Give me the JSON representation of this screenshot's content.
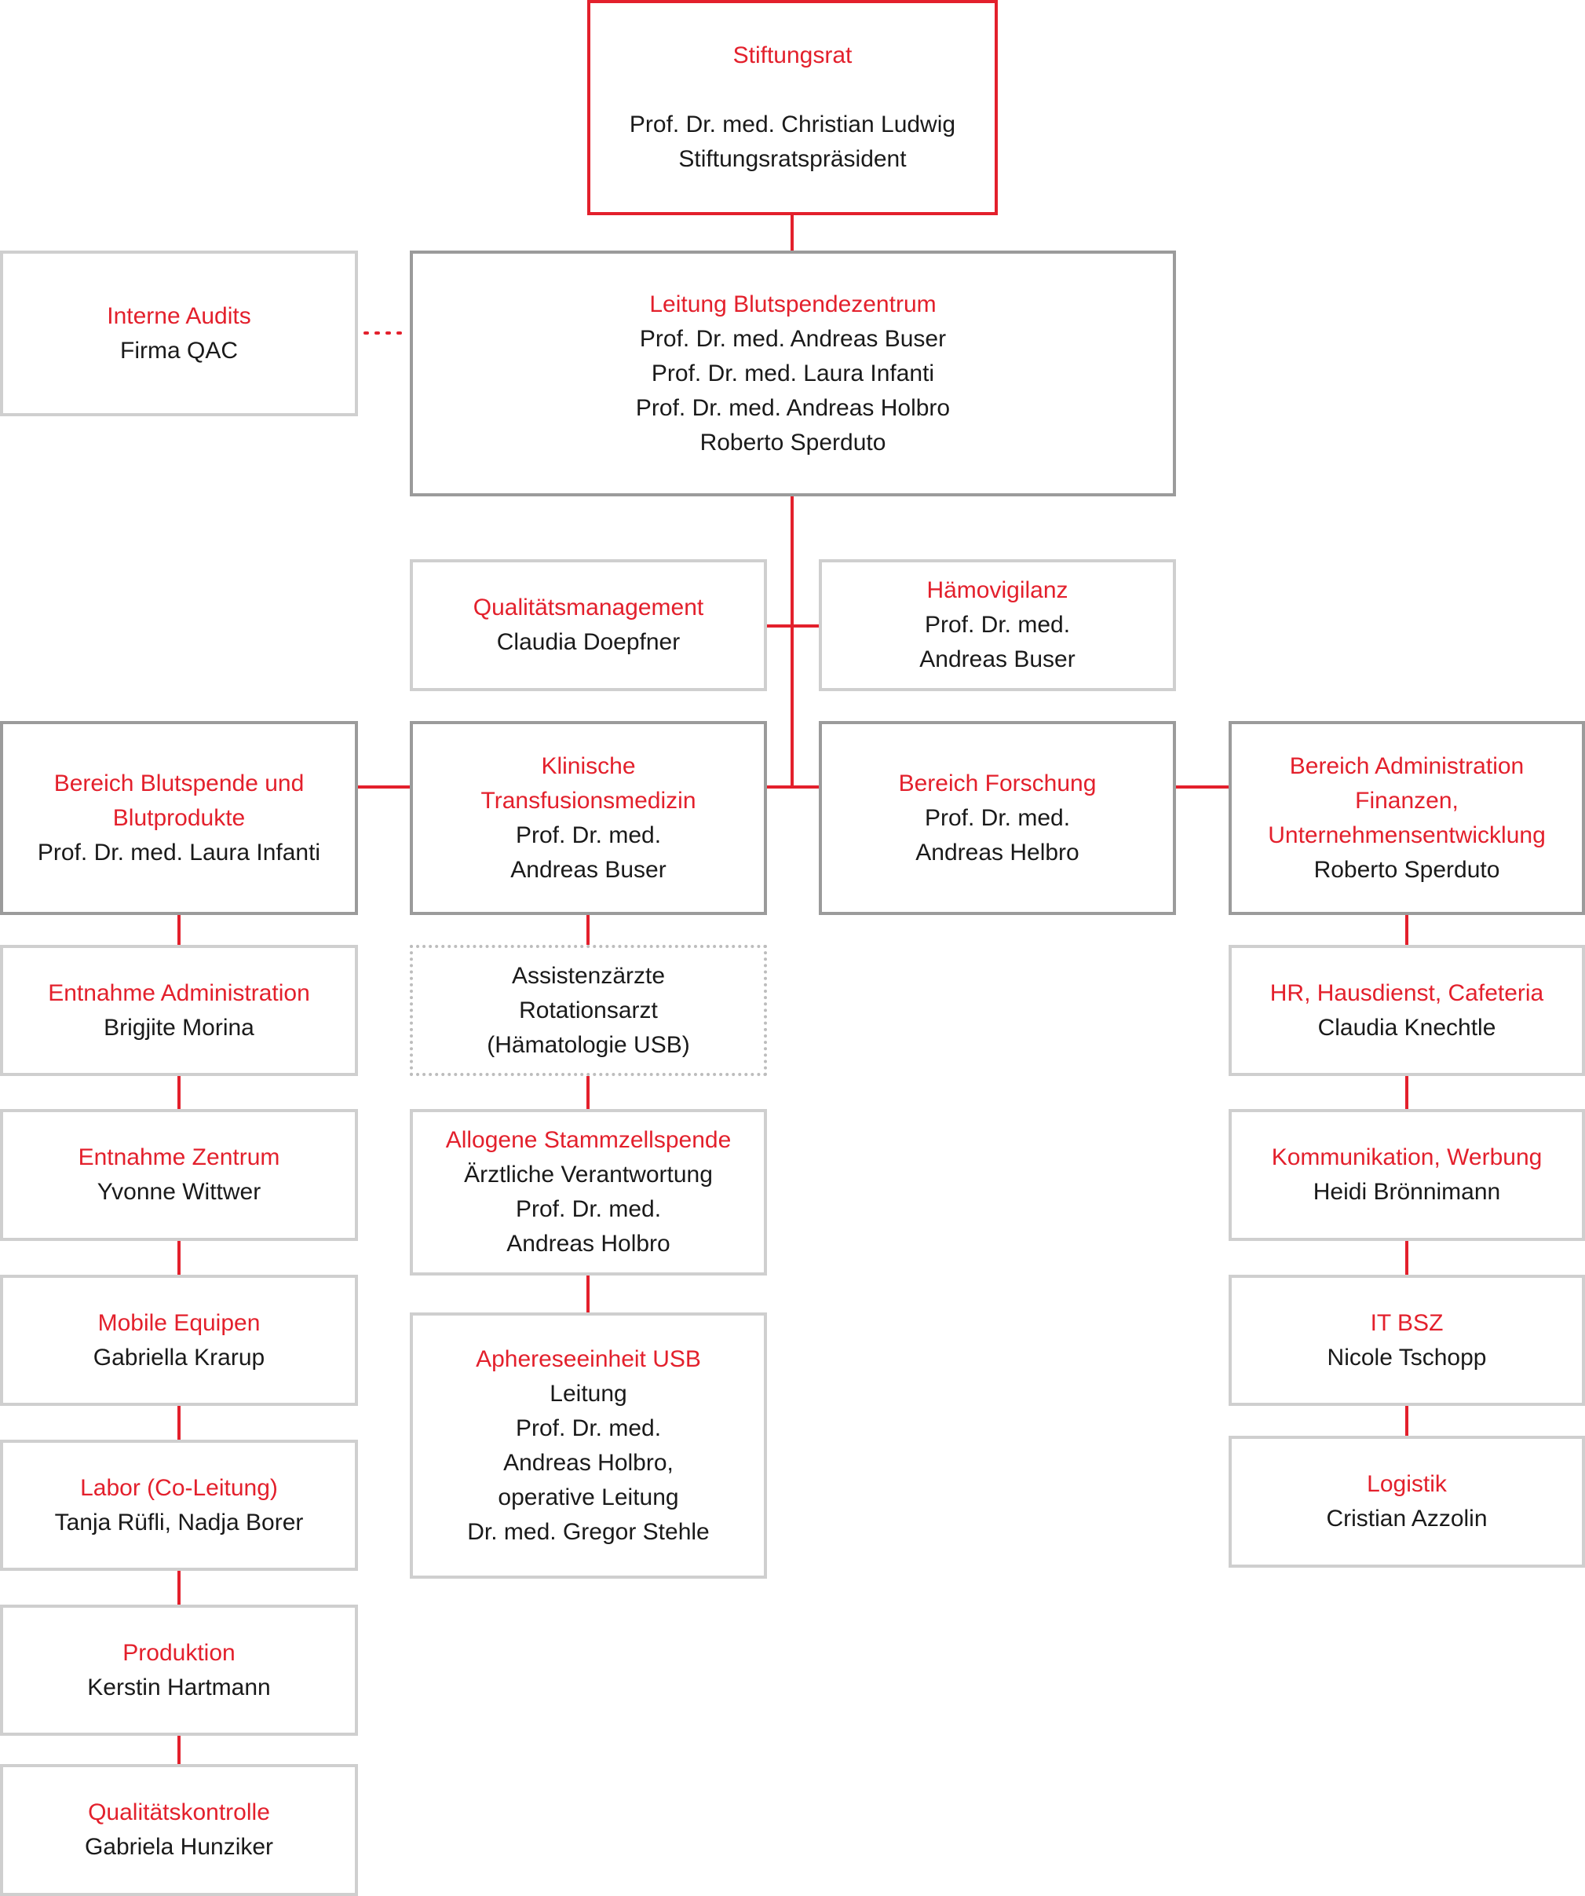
{
  "colors": {
    "accent_red": "#e3202c",
    "box_border_light": "#cfcfcf",
    "box_border_dark": "#9b9b9b",
    "text": "#1a1a1a"
  },
  "boxes": {
    "stiftungsrat": {
      "title": "Stiftungsrat",
      "lines": [
        "",
        "Prof. Dr. med. Christian Ludwig",
        "Stiftungsratspräsident"
      ]
    },
    "interne_audits": {
      "title": "Interne Audits",
      "lines": [
        "Firma QAC"
      ]
    },
    "leitung": {
      "title": "Leitung Blutspendezentrum",
      "lines": [
        "Prof. Dr. med. Andreas Buser",
        "Prof. Dr. med. Laura Infanti",
        "Prof. Dr. med. Andreas Holbro",
        "Roberto Sperduto"
      ]
    },
    "qualitaetsmanagement": {
      "title": "Qualitätsmanagement",
      "lines": [
        "Claudia Doepfner"
      ]
    },
    "haemovigilanz": {
      "title": "Hämovigilanz",
      "lines": [
        "Prof. Dr. med.",
        "Andreas Buser"
      ]
    },
    "blutspende": {
      "title_lines": [
        "Bereich Blutspende und",
        "Blutprodukte"
      ],
      "lines": [
        "Prof. Dr. med. Laura Infanti"
      ]
    },
    "klinische": {
      "title_lines": [
        "Klinische",
        "Transfusionsmedizin"
      ],
      "lines": [
        "Prof. Dr. med.",
        "Andreas Buser"
      ]
    },
    "forschung": {
      "title": "Bereich Forschung",
      "lines": [
        "Prof. Dr. med.",
        "Andreas Helbro"
      ]
    },
    "administration": {
      "title_lines": [
        "Bereich Administration",
        "Finanzen,",
        "Unternehmensentwicklung"
      ],
      "lines": [
        "Roberto Sperduto"
      ]
    },
    "entnahme_admin": {
      "title": "Entnahme Administration",
      "lines": [
        "Brigjite Morina"
      ]
    },
    "entnahme_zentrum": {
      "title": "Entnahme Zentrum",
      "lines": [
        "Yvonne Wittwer"
      ]
    },
    "mobile": {
      "title": "Mobile Equipen",
      "lines": [
        "Gabriella Krarup"
      ]
    },
    "labor": {
      "title": "Labor (Co-Leitung)",
      "lines": [
        "Tanja Rüfli, Nadja Borer"
      ]
    },
    "produktion": {
      "title": "Produktion",
      "lines": [
        "Kerstin Hartmann"
      ]
    },
    "qualitaetskontrolle": {
      "title": "Qualitätskontrolle",
      "lines": [
        "Gabriela Hunziker"
      ]
    },
    "assistenz": {
      "lines": [
        "Assistenzärzte",
        "Rotationsarzt",
        "(Hämatologie USB)"
      ]
    },
    "allogene": {
      "title": "Allogene Stammzellspende",
      "lines": [
        "Ärztliche Verantwortung",
        "Prof. Dr. med.",
        "Andreas Holbro"
      ]
    },
    "apherese": {
      "title": "Apheresеeinheit USB",
      "lines": [
        "Leitung",
        "Prof. Dr. med.",
        "Andreas Holbro,",
        "operative Leitung",
        "Dr. med. Gregor Stehle"
      ]
    },
    "hr": {
      "title": "HR, Hausdienst, Cafeteria",
      "lines": [
        "Claudia Knechtle"
      ]
    },
    "kommunikation": {
      "title": "Kommunikation, Werbung",
      "lines": [
        "Heidi Brönnimann"
      ]
    },
    "it": {
      "title": "IT BSZ",
      "lines": [
        "Nicole Tschopp"
      ]
    },
    "logistik": {
      "title": "Logistik",
      "lines": [
        "Cristian Azzolin"
      ]
    }
  }
}
